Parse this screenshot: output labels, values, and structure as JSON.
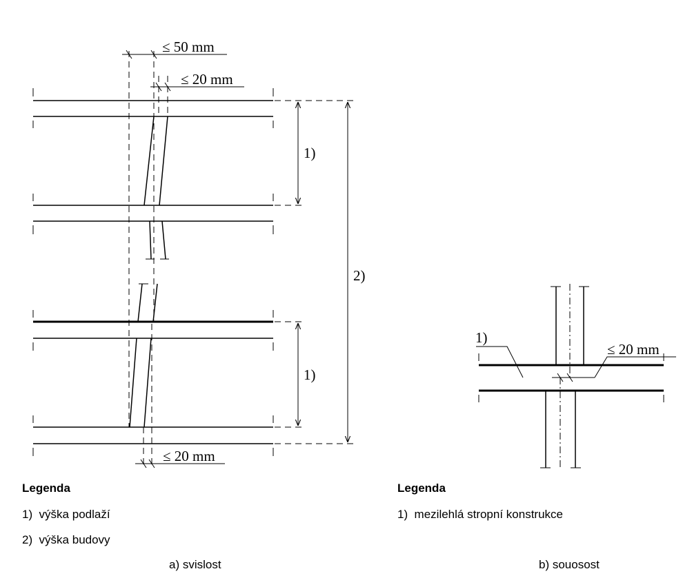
{
  "figure_a": {
    "dim_top_wide": "≤ 50 mm",
    "dim_top_narrow": "≤ 20 mm",
    "dim_bottom": "≤ 20 mm",
    "storey_label_upper": "1)",
    "storey_label_lower": "1)",
    "building_label": "2)",
    "legend_title": "Legenda",
    "legend_items": [
      "1)  výška podlaží",
      "2)  výška budovy"
    ],
    "caption": "a) svislost"
  },
  "figure_b": {
    "slab_label": "1)",
    "dim_offset": "≤ 20 mm",
    "legend_title": "Legenda",
    "legend_items": [
      "1)  mezilehlá stropní konstrukce"
    ],
    "caption": "b) souosost"
  }
}
